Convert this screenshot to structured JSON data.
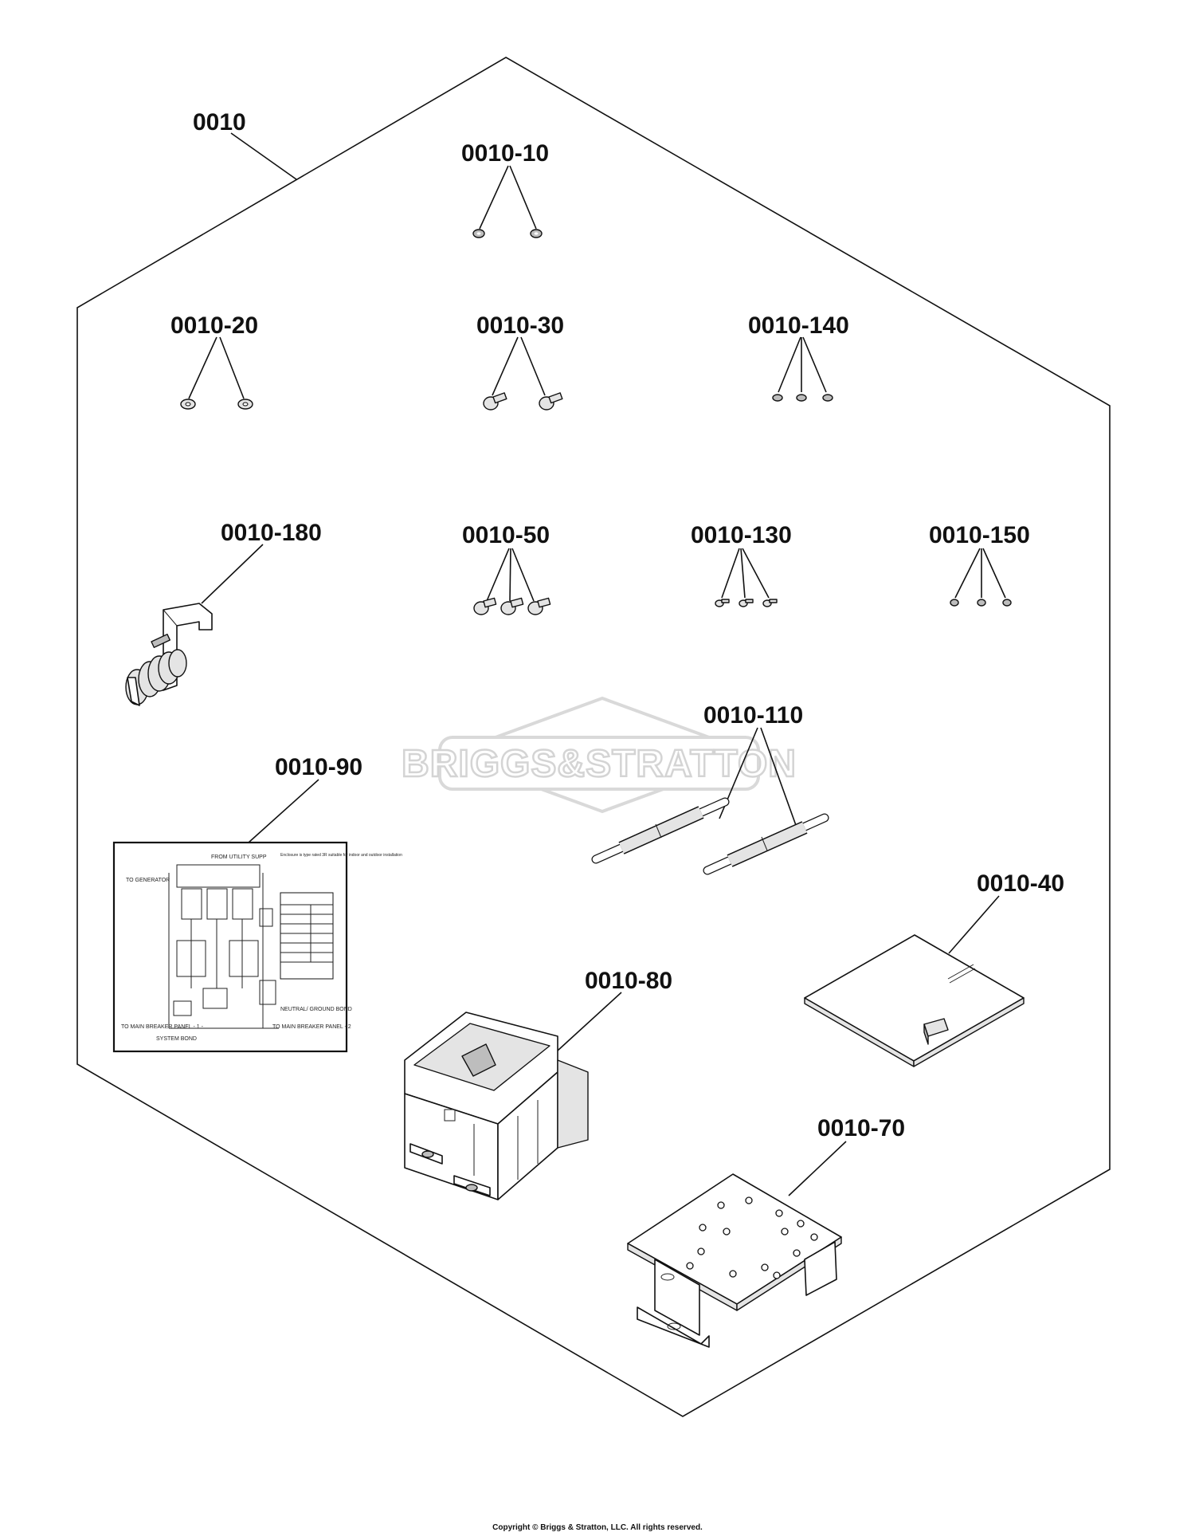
{
  "watermark": "BRIGGS&STRATTON",
  "copyright": "Copyright © Briggs & Stratton, LLC. All rights reserved.",
  "callouts": {
    "c0010": "0010",
    "c10": "0010-10",
    "c20": "0010-20",
    "c30": "0010-30",
    "c140": "0010-140",
    "c180": "0010-180",
    "c50": "0010-50",
    "c130": "0010-130",
    "c150": "0010-150",
    "c110": "0010-110",
    "c90": "0010-90",
    "c40": "0010-40",
    "c80": "0010-80",
    "c70": "0010-70"
  },
  "decal": {
    "from_utility": "FROM UTILITY SUPP",
    "to_generator": "TO GENERATOR",
    "enclosure_note": "Enclosure is type rated 3R suitable for indoor and outdoor installation",
    "neutral_ground": "NEUTRAL/ GROUND BOND",
    "to_main_1": "TO MAIN BREAKER PANEL - 1 -",
    "to_main_2": "TO MAIN BREAKER PANEL - 2",
    "system_bond": "SYSTEM BOND"
  },
  "colors": {
    "line": "#111111",
    "watermark_outline": "#d4d4d4",
    "background": "#ffffff"
  }
}
